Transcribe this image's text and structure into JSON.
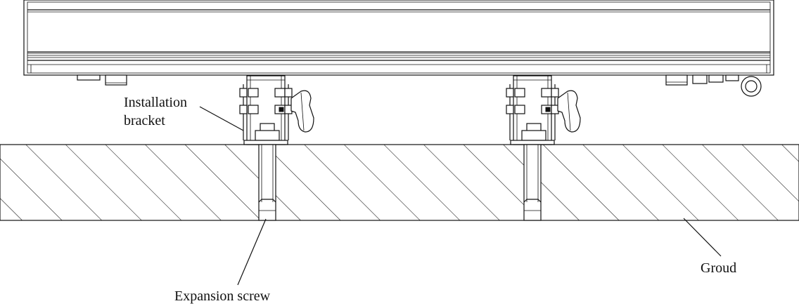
{
  "labels": {
    "bracket_line1": "Installation",
    "bracket_line2": "bracket",
    "expansion_screw": "Expansion screw",
    "ground": "Groud"
  },
  "colors": {
    "line": "#111111",
    "background": "#ffffff"
  }
}
